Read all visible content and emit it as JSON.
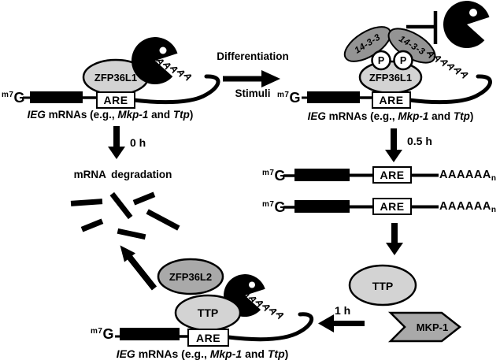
{
  "colors": {
    "black": "#000000",
    "light_gray": "#d3d3d3",
    "mid_gray": "#a9a9a9",
    "dark_gray": "#949494",
    "white": "#ffffff"
  },
  "text": {
    "cap": {
      "sup": "m7",
      "base": "G"
    },
    "are": "ARE",
    "polya": "AAAAAA",
    "polya_sub": "n",
    "proteins": {
      "zfp36l1": "ZFP36L1",
      "zfp36l2": "ZFP36L2",
      "ttp": "TTP",
      "mkp1": "MKP-1",
      "p": "P",
      "f1433": "14-3-3"
    },
    "stimulus": {
      "line1": "Differentiation",
      "line2": "Stimuli"
    },
    "times": {
      "t0": "0 h",
      "t05": "0.5 h",
      "t1": "1 h"
    },
    "degradation": "mRNA degradation",
    "ieg_caption": {
      "p1": "IEG",
      "p2": " mRNAs (e.g., ",
      "p3": "Mkp-1",
      "p4": " and ",
      "p5": "Ttp",
      "p6": ")"
    }
  }
}
